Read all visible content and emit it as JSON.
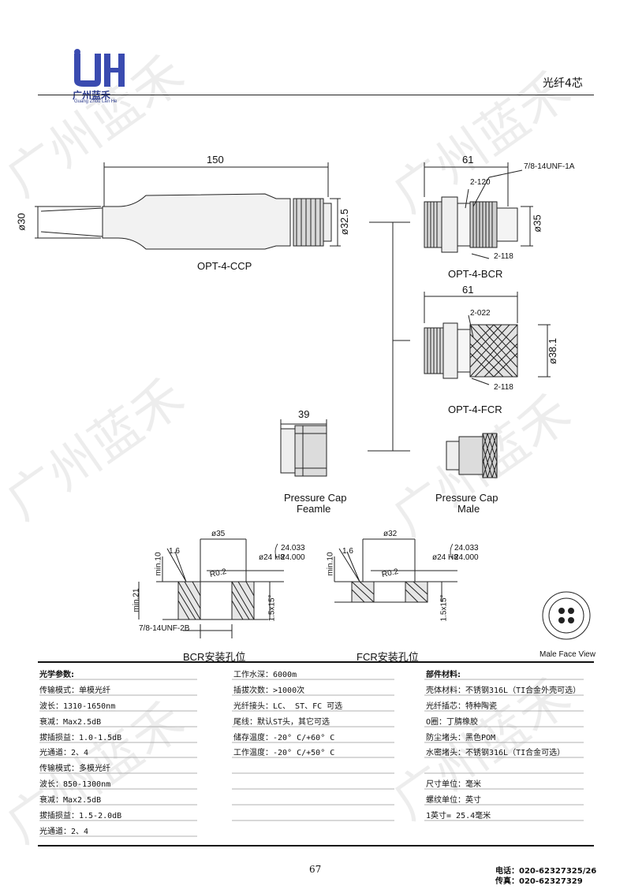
{
  "header": {
    "page_title": "光纤4芯",
    "logo_name": "广州蓝禾",
    "logo_sub": "Guang Zhou Lan He"
  },
  "watermark": "广州蓝禾",
  "drawings": {
    "ccp": {
      "label": "OPT-4-CCP",
      "dim_length": "150",
      "dim_dia_left": "ø30",
      "dim_dia_right": "ø32.5"
    },
    "bcr": {
      "label": "OPT-4-BCR",
      "dim_length": "61",
      "thread": "7/8-14UNF-1A",
      "oring_top": "2-120",
      "oring_bottom": "2-118",
      "dim_dia": "ø35"
    },
    "fcr": {
      "label": "OPT-4-FCR",
      "dim_length": "61",
      "oring_top": "2-022",
      "oring_bottom": "2-118",
      "dim_dia": "ø38.1"
    },
    "cap_female": {
      "label_line1": "Pressure Cap",
      "label_line2": "Feamle",
      "dim_length": "39"
    },
    "cap_male": {
      "label_line1": "Pressure Cap",
      "label_line2": "Male"
    },
    "bcr_hole": {
      "caption": "BCR安装孔位",
      "dia": "ø35",
      "bore": "ø24 H8",
      "tol_top": "24.033",
      "tol_bottom": "24.000",
      "roughness": "1.6",
      "min_top": "min.10",
      "min_side": "min.21",
      "radius": "R0.2",
      "chamfer": "1.5x15°",
      "thread": "7/8-14UNF-2B"
    },
    "fcr_hole": {
      "caption": "FCR安装孔位",
      "dia": "ø32",
      "bore": "ø24 H8",
      "tol_top": "24.033",
      "tol_bottom": "24.000",
      "roughness": "1.6",
      "min_top": "min.10",
      "radius": "R0.2",
      "chamfer": "1.5x15°"
    },
    "face": {
      "caption": "Male Face View"
    }
  },
  "specs": {
    "col1": [
      "光学参数:",
      "传输模式：单模光纤",
      "波长：1310-1650nm",
      "衰减：Max2.5dB",
      "拔插损益：1.0-1.5dB",
      "光通道：2、4",
      "传输模式：多模光纤",
      "波长：850-1300nm",
      "衰减：Max2.5dB",
      "拔插损益：1.5-2.0dB",
      "光通道：2、4"
    ],
    "col2": [
      "工作水深：6000m",
      "插拔次数：>1000次",
      "光纤接头：LC、 ST、FC 可选",
      "尾线：默认ST头，其它可选",
      "储存温度：-20° C/+60° C",
      "工作温度：-20° C/+50° C"
    ],
    "col3": [
      "部件材料:",
      "壳体材料：不锈钢316L（TI合金外壳可选）",
      "光纤插芯：特种陶瓷",
      "O圈：丁腈橡胶",
      "防尘堵头：黑色POM",
      "水密堵头：不锈钢316L（TI合金可选）",
      "",
      "尺寸单位：毫米",
      "螺纹单位：英寸",
      "1英寸= 25.4毫米"
    ]
  },
  "footer": {
    "page_number": "67",
    "phone": "电话：020-62327325/26",
    "fax": "传真：020-62327329"
  }
}
